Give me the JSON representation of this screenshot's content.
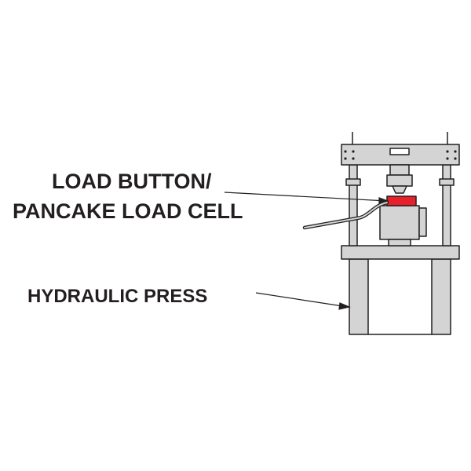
{
  "labels": {
    "load_cell_line1": "LOAD BUTTON/",
    "load_cell_line2": "PANCAKE LOAD CELL",
    "press": "HYDRAULIC PRESS"
  },
  "colors": {
    "frame_fill": "#d4d4d4",
    "outline": "#231f20",
    "load_cell": "#e8202a",
    "text": "#231f20"
  }
}
